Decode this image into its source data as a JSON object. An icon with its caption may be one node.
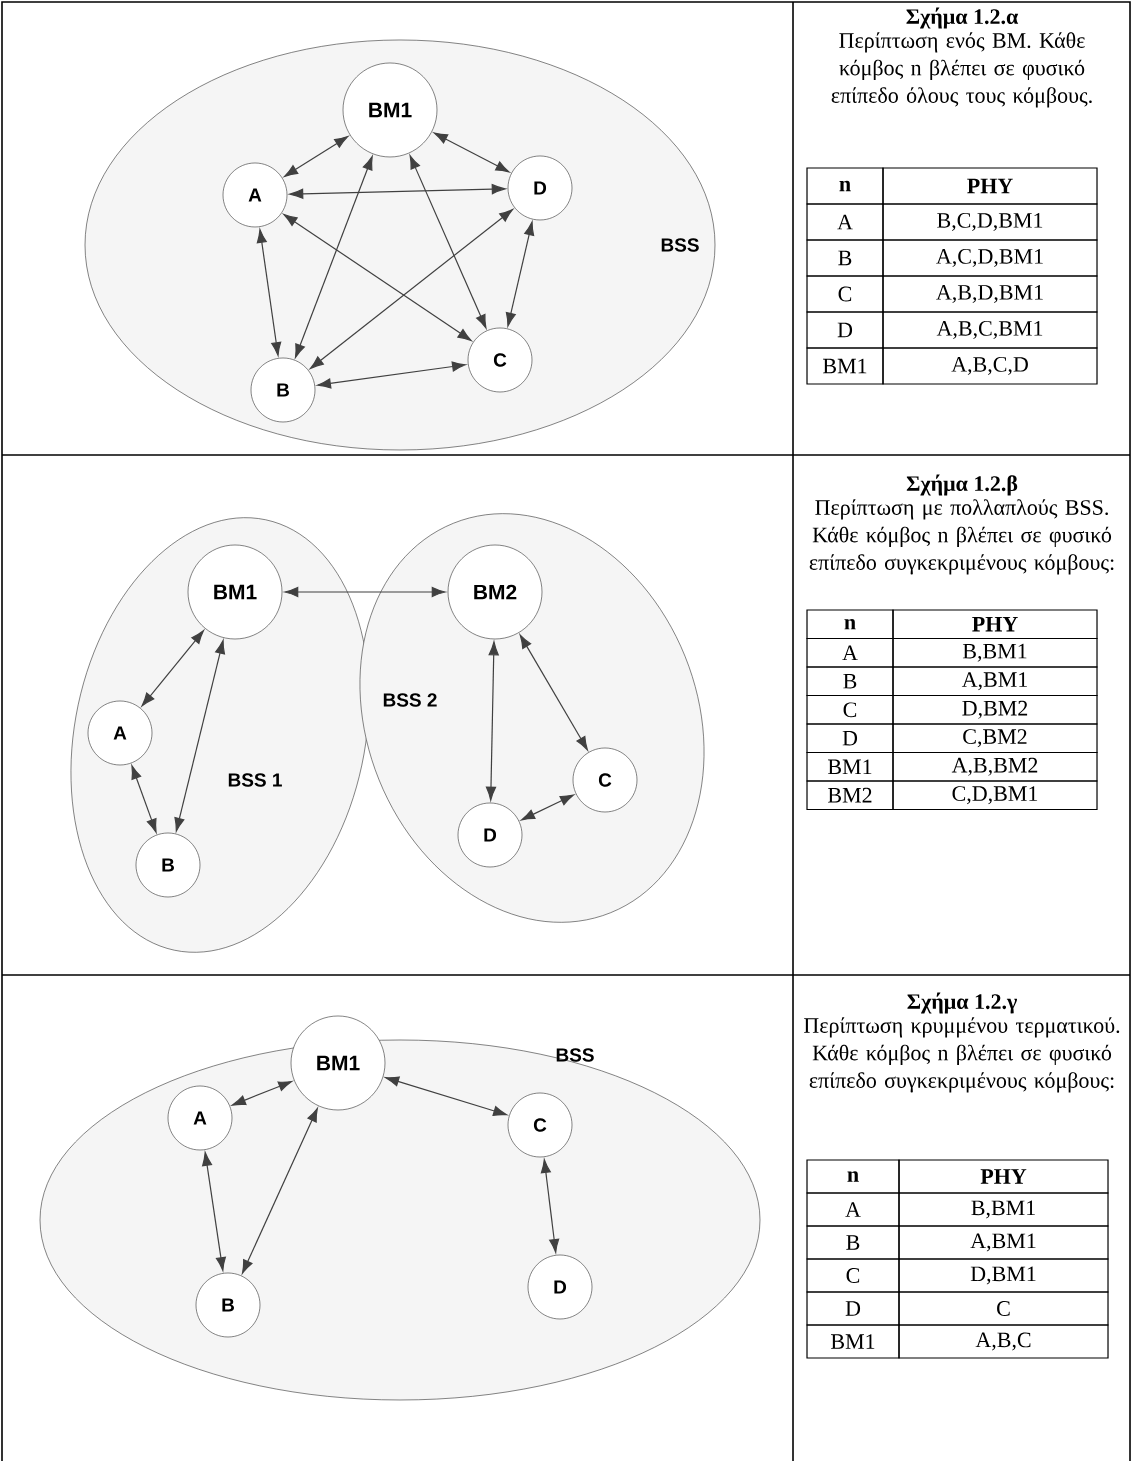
{
  "diagram": {
    "nodes": [
      {
        "text": [
          "BSS"
        ]
      },
      {
        "text": [
          "BM1"
        ],
        "in": 0
      },
      {
        "text": [
          "A"
        ],
        "in": 0
      },
      {
        "text": [
          "D"
        ],
        "in": 0
      },
      {
        "text": [
          "B"
        ],
        "in": 0
      },
      {
        "text": [
          "C"
        ],
        "in": 0
      },
      {
        "text": [
          "BSS 1"
        ]
      },
      {
        "text": [
          "BM1"
        ],
        "in": 6
      },
      {
        "text": [
          "A"
        ],
        "in": 6
      },
      {
        "text": [
          "B"
        ],
        "in": 6
      },
      {
        "text": [
          "BSS 2"
        ]
      },
      {
        "text": [
          "BM2"
        ],
        "in": 10
      },
      {
        "text": [
          "C"
        ],
        "in": 10
      },
      {
        "text": [
          "D"
        ],
        "in": 10
      },
      {
        "text": [
          "BSS"
        ]
      },
      {
        "text": [
          "BM1"
        ],
        "in": 14
      },
      {
        "text": [
          "A"
        ],
        "in": 14
      },
      {
        "text": [
          "C"
        ],
        "in": 14
      },
      {
        "text": [
          "B"
        ],
        "in": 14
      },
      {
        "text": [
          "D"
        ],
        "in": 14
      }
    ],
    "edges": [
      {
        "from": 1,
        "to": 2,
        "arrow": "both"
      },
      {
        "from": 1,
        "to": 3,
        "arrow": "both"
      },
      {
        "from": 1,
        "to": 4,
        "arrow": "both"
      },
      {
        "from": 1,
        "to": 5,
        "arrow": "both"
      },
      {
        "from": 2,
        "to": 3,
        "arrow": "both"
      },
      {
        "from": 2,
        "to": 4,
        "arrow": "both"
      },
      {
        "from": 2,
        "to": 5,
        "arrow": "both"
      },
      {
        "from": 3,
        "to": 4,
        "arrow": "both"
      },
      {
        "from": 3,
        "to": 5,
        "arrow": "both"
      },
      {
        "from": 4,
        "to": 5,
        "arrow": "both"
      },
      {
        "from": 7,
        "to": 11,
        "arrow": "both"
      },
      {
        "from": 7,
        "to": 8,
        "arrow": "both"
      },
      {
        "from": 7,
        "to": 9,
        "arrow": "both"
      },
      {
        "from": 8,
        "to": 9,
        "arrow": "both"
      },
      {
        "from": 11,
        "to": 13,
        "arrow": "both"
      },
      {
        "from": 11,
        "to": 12,
        "arrow": "both"
      },
      {
        "from": 12,
        "to": 13,
        "arrow": "both"
      },
      {
        "from": 15,
        "to": 16,
        "arrow": "both"
      },
      {
        "from": 15,
        "to": 18,
        "arrow": "both"
      },
      {
        "from": 16,
        "to": 18,
        "arrow": "both"
      },
      {
        "from": 15,
        "to": 17,
        "arrow": "both"
      },
      {
        "from": 17,
        "to": 19,
        "arrow": "both"
      }
    ],
    "labels": [
      "Σχήμα 1.2.α",
      "Περίπτωση ενός BM. Κάθε κόμβος n βλέπει σε φυσικό επίπεδο όλους τους κόμβους.",
      "n",
      "PHY",
      "A",
      "B,C,D,BM1",
      "B",
      "A,C,D,BM1",
      "C",
      "A,B,D,BM1",
      "D",
      "A,B,C,BM1",
      "BM1",
      "A,B,C,D",
      "Σχήμα 1.2.β",
      "Περίπτωση με πολλαπλούς BSS. Κάθε κόμβος n βλέπει σε φυσικό επίπεδο συγκεκριμένους κόμβους:",
      "n",
      "PHY",
      "A",
      "B,BM1",
      "B",
      "A,BM1",
      "C",
      "D,BM2",
      "D",
      "C,BM2",
      "BM1",
      "A,B,BM2",
      "BM2",
      "C,D,BM1",
      "Σχήμα 1.2.γ",
      "Περίπτωση κρυμμένου τερματικού. Κάθε κόμβος n βλέπει σε φυσικό επίπεδο συγκεκριμένους κόμβους:",
      "n",
      "PHY",
      "A",
      "B,BM1",
      "B",
      "A,BM1",
      "C",
      "D,BM1",
      "D",
      "C",
      "BM1",
      "A,B,C"
    ]
  }
}
